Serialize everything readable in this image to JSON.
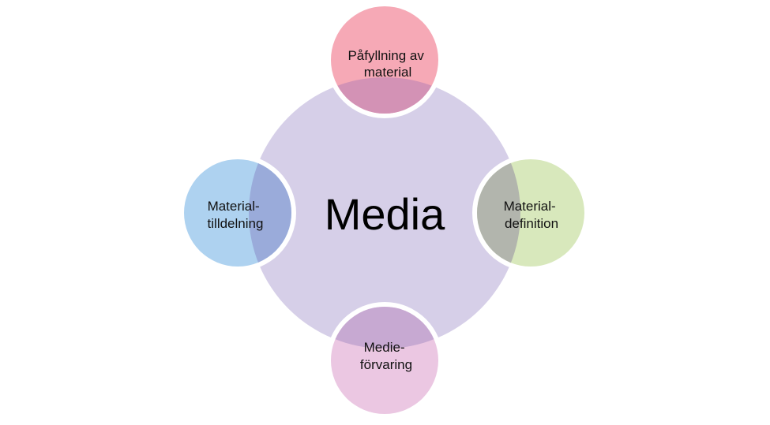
{
  "diagram": {
    "center": {
      "label": "Media",
      "color": "#d6cfe8"
    },
    "nodes": [
      {
        "id": "top",
        "lines": [
          "Påfyllning av",
          "material"
        ],
        "color": "#f6a9b6",
        "overlap_color": "#d392b5"
      },
      {
        "id": "right",
        "lines": [
          "Material-",
          "definition"
        ],
        "color": "#d8e8bc",
        "overlap_color": "#b2b5ad"
      },
      {
        "id": "bottom",
        "lines": [
          "Medie-",
          "förvaring"
        ],
        "color": "#ebc7e2",
        "overlap_color": "#c7a9d2"
      },
      {
        "id": "left",
        "lines": [
          "Material-",
          "tilldelning"
        ],
        "color": "#aed2f0",
        "overlap_color": "#9aabda"
      }
    ]
  }
}
